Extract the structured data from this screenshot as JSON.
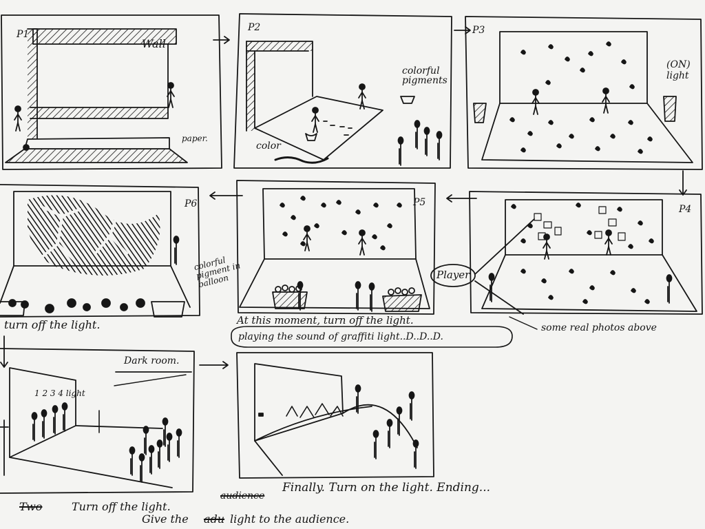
{
  "panels": {
    "p1": {
      "label": "P1",
      "wall": "Wall",
      "paper": "paper."
    },
    "p2": {
      "label": "P2",
      "pigments": "colorful pigments",
      "color": "color"
    },
    "p3": {
      "label": "P3",
      "light": "(ON) light"
    },
    "p4": {
      "label": "P4"
    },
    "p5": {
      "label": "P5",
      "balloon_note": "colorful pigment in balloon",
      "player": "Player"
    },
    "p6": {
      "label": "P6"
    },
    "p7": {
      "dark_room": "Dark room.",
      "lights": "1 2 3 4 light"
    }
  },
  "captions": {
    "turn_off_p6": "turn off the light.",
    "moment": "At this moment, turn off the light.",
    "sound": "playing the sound of graffiti light..D..D..D.",
    "photos": "some real photos above",
    "finally": "Finally. Turn on the light. Ending...",
    "two_struck": "Two",
    "turn_off_bottom": "Turn off the light.",
    "audience_struck": "audience",
    "give": "Give the",
    "give_struck": "adu",
    "give_rest": "light to the audience."
  }
}
